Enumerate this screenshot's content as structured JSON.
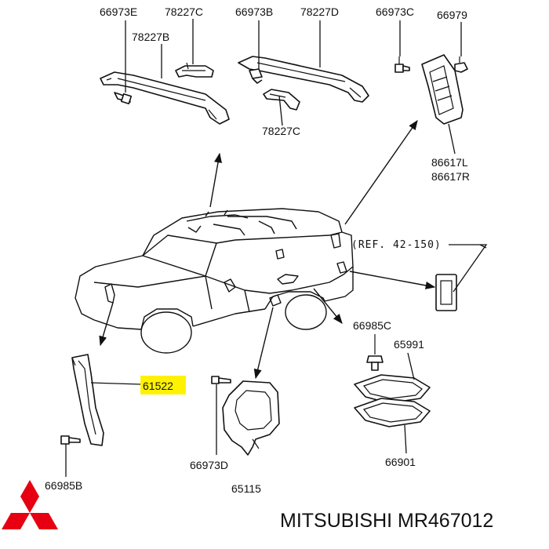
{
  "labels": {
    "l66973E": "66973E",
    "l78227C_top": "78227C",
    "l66973B": "66973B",
    "l78227D": "78227D",
    "l66973C": "66973C",
    "l66979": "66979",
    "l78227B": "78227B",
    "l78227C_mid": "78227C",
    "l86617L": "86617L",
    "l86617R": "86617R",
    "ref": "(REF. 42-150)",
    "l66985C": "66985C",
    "l65991": "65991",
    "l61522": "61522",
    "l66973D": "66973D",
    "l66901": "66901",
    "l66985B": "66985B",
    "l65115": "65115"
  },
  "footer": {
    "brand_text": "MITSUBISHI MR467012"
  },
  "colors": {
    "highlight": "#fff200",
    "logo_red": "#e60012",
    "line": "#111111"
  },
  "icons": {
    "logo": "mitsubishi-three-diamonds-logo"
  }
}
